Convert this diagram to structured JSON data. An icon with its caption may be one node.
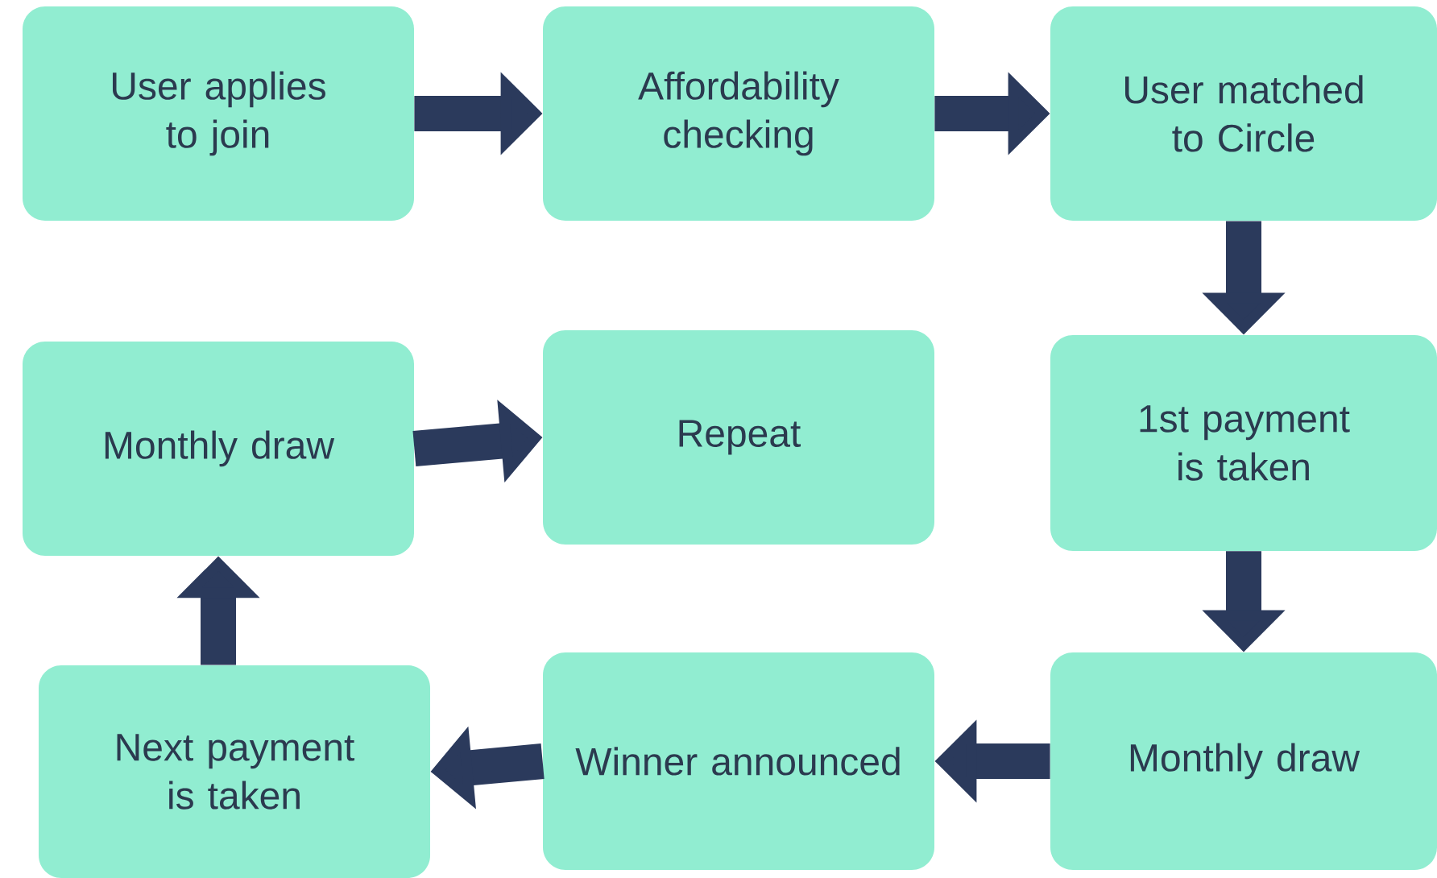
{
  "diagram": {
    "nodes": [
      {
        "text": [
          "User applies to join"
        ]
      },
      {
        "text": [
          "Affordability checking"
        ]
      },
      {
        "text": [
          "User matched to Circle"
        ]
      },
      {
        "text": [
          "1st payment is taken"
        ]
      },
      {
        "text": [
          "Monthly draw"
        ]
      },
      {
        "text": [
          "Winner announced"
        ]
      },
      {
        "text": [
          "Next payment is taken"
        ]
      },
      {
        "text": [
          "Monthly draw"
        ]
      },
      {
        "text": [
          "Repeat"
        ]
      }
    ],
    "edges": [
      {
        "from": 0,
        "to": 1,
        "arrow": "to"
      },
      {
        "from": 1,
        "to": 2,
        "arrow": "to"
      },
      {
        "from": 2,
        "to": 3,
        "arrow": "to"
      },
      {
        "from": 3,
        "to": 4,
        "arrow": "to"
      },
      {
        "from": 4,
        "to": 5,
        "arrow": "to"
      },
      {
        "from": 5,
        "to": 6,
        "arrow": "to"
      },
      {
        "from": 6,
        "to": 7,
        "arrow": "to"
      },
      {
        "from": 7,
        "to": 8,
        "arrow": "to"
      }
    ]
  }
}
